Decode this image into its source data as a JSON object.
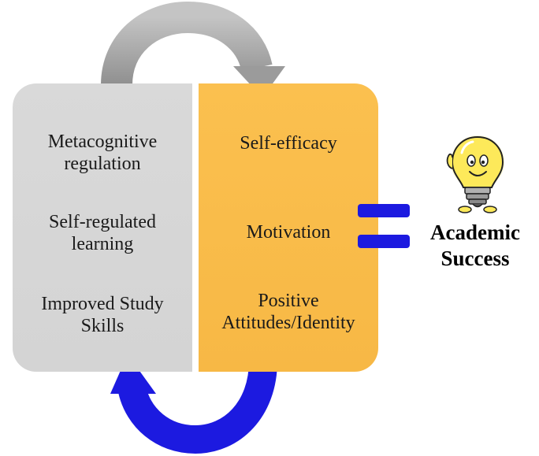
{
  "left_panel": {
    "items": [
      {
        "label": "Metacognitive\nregulation"
      },
      {
        "label": "Self-regulated\nlearning"
      },
      {
        "label": "Improved Study\nSkills"
      }
    ]
  },
  "right_panel": {
    "items": [
      {
        "label": "Self-efficacy"
      },
      {
        "label": "Motivation"
      },
      {
        "label": "Positive\nAttitudes/Identity"
      }
    ]
  },
  "result": {
    "label": "Academic\nSuccess"
  },
  "icons": {
    "top_arrow": "curved-arrow-right-icon",
    "bottom_arrow": "curved-arrow-left-icon",
    "equals": "equals-sign-icon",
    "bulb": "lightbulb-mascot-icon"
  },
  "colors": {
    "left_panel": "#d9d9d9",
    "right_panel": "#fbc04f",
    "top_arrow": "#a6a6a6",
    "bottom_arrow": "#1c1ae0",
    "equals": "#1c1ae0"
  }
}
